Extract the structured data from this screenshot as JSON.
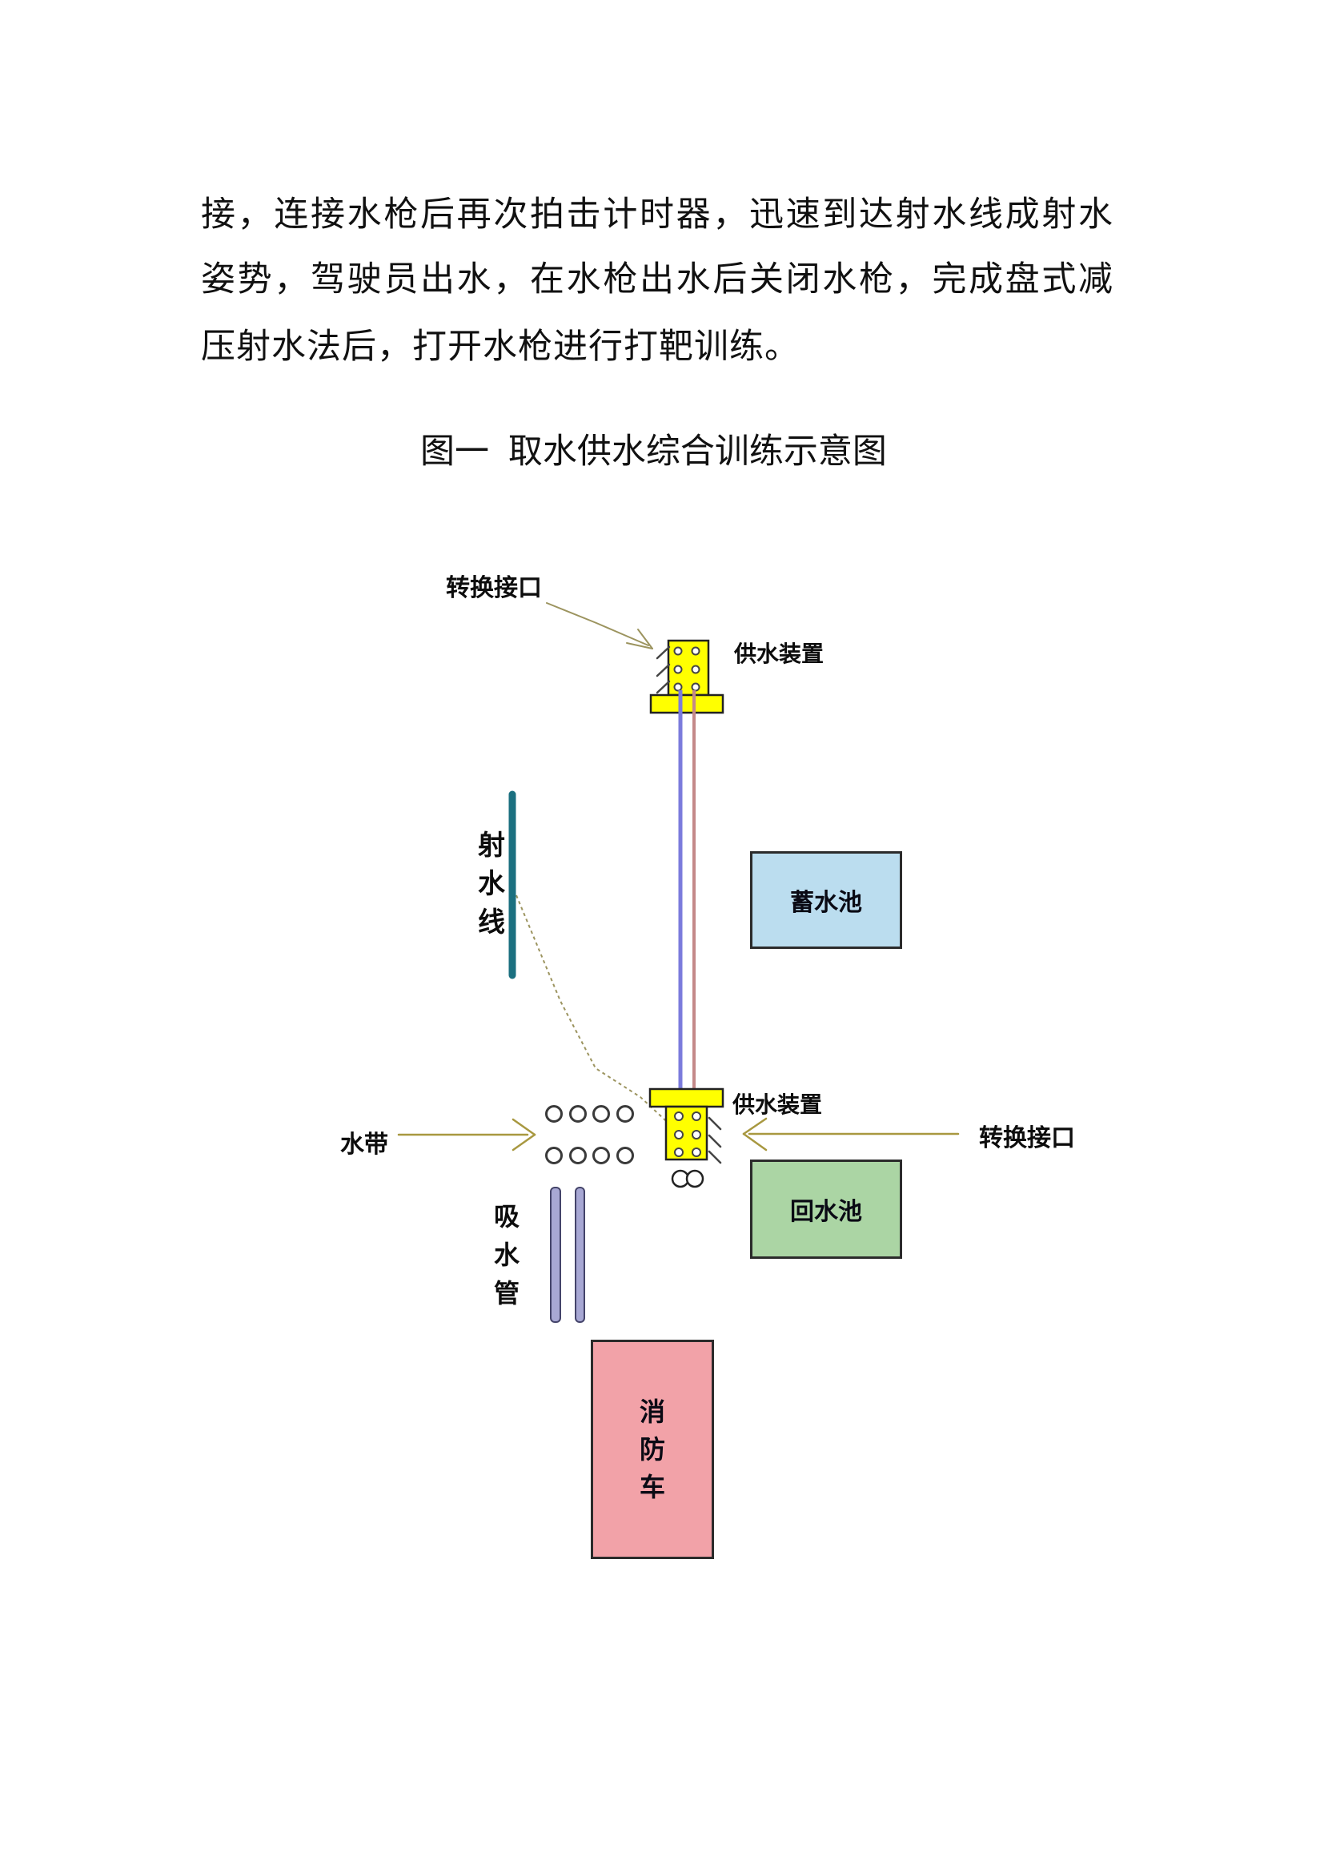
{
  "document": {
    "body_lines": [
      "接，连接水枪后再次拍击计时器，迅速到达射水线成射水",
      "姿势，驾驶员出水，在水枪出水后关闭水枪，完成盘式减",
      "压射水法后，打开水枪进行打靶训练。"
    ],
    "caption": "图一  取水供水综合训练示意图"
  },
  "diagram": {
    "labels": {
      "converter_top": "转换接口",
      "supply_top": "供水装置",
      "jet_line": "射水线",
      "hose": "水带",
      "supply_mid": "供水装置",
      "converter_right": "转换接口",
      "suction_pipe": "吸水管"
    },
    "boxes": {
      "reservoir": {
        "label": "蓄水池",
        "fill": "#BBDDEF"
      },
      "return_pool": {
        "label": "回水池",
        "fill": "#ABD5A4"
      },
      "fire_truck": {
        "label": "消防车",
        "fill": "#F2A2A8"
      }
    },
    "colors": {
      "device_yellow": "#FFFF00",
      "device_outline": "#222222",
      "pipe_blue": "#7B7BDC",
      "pipe_red": "#C48989",
      "jet_line_teal": "#1B7080",
      "arrow_tan": "#A89840",
      "sketch_line": "#9C945F",
      "suction_purple": "#A8A8D4",
      "circle_outline": "#3a3a3a",
      "text": "#111111"
    }
  }
}
